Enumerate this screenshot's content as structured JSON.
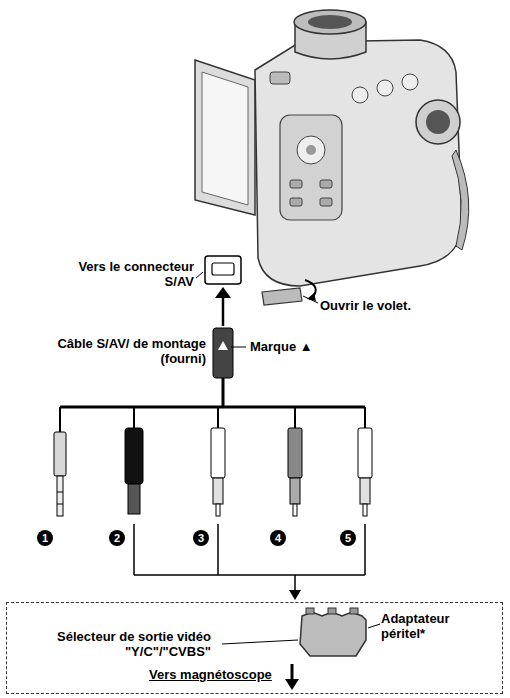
{
  "diagram": {
    "nodes": [
      {
        "text": [
          "Sélecteur de sortie vidéo \"Y/C\"/\"CVBS\"",
          "Adaptateur péritel*",
          "Vers magnétoscope"
        ]
      }
    ],
    "labels": [
      "Vers le connecteur S/AV",
      "Ouvrir le volet.",
      "Câble S/AV/ de montage (fourni)",
      "Marque ▲",
      "1",
      "2",
      "3",
      "4",
      "5"
    ]
  }
}
